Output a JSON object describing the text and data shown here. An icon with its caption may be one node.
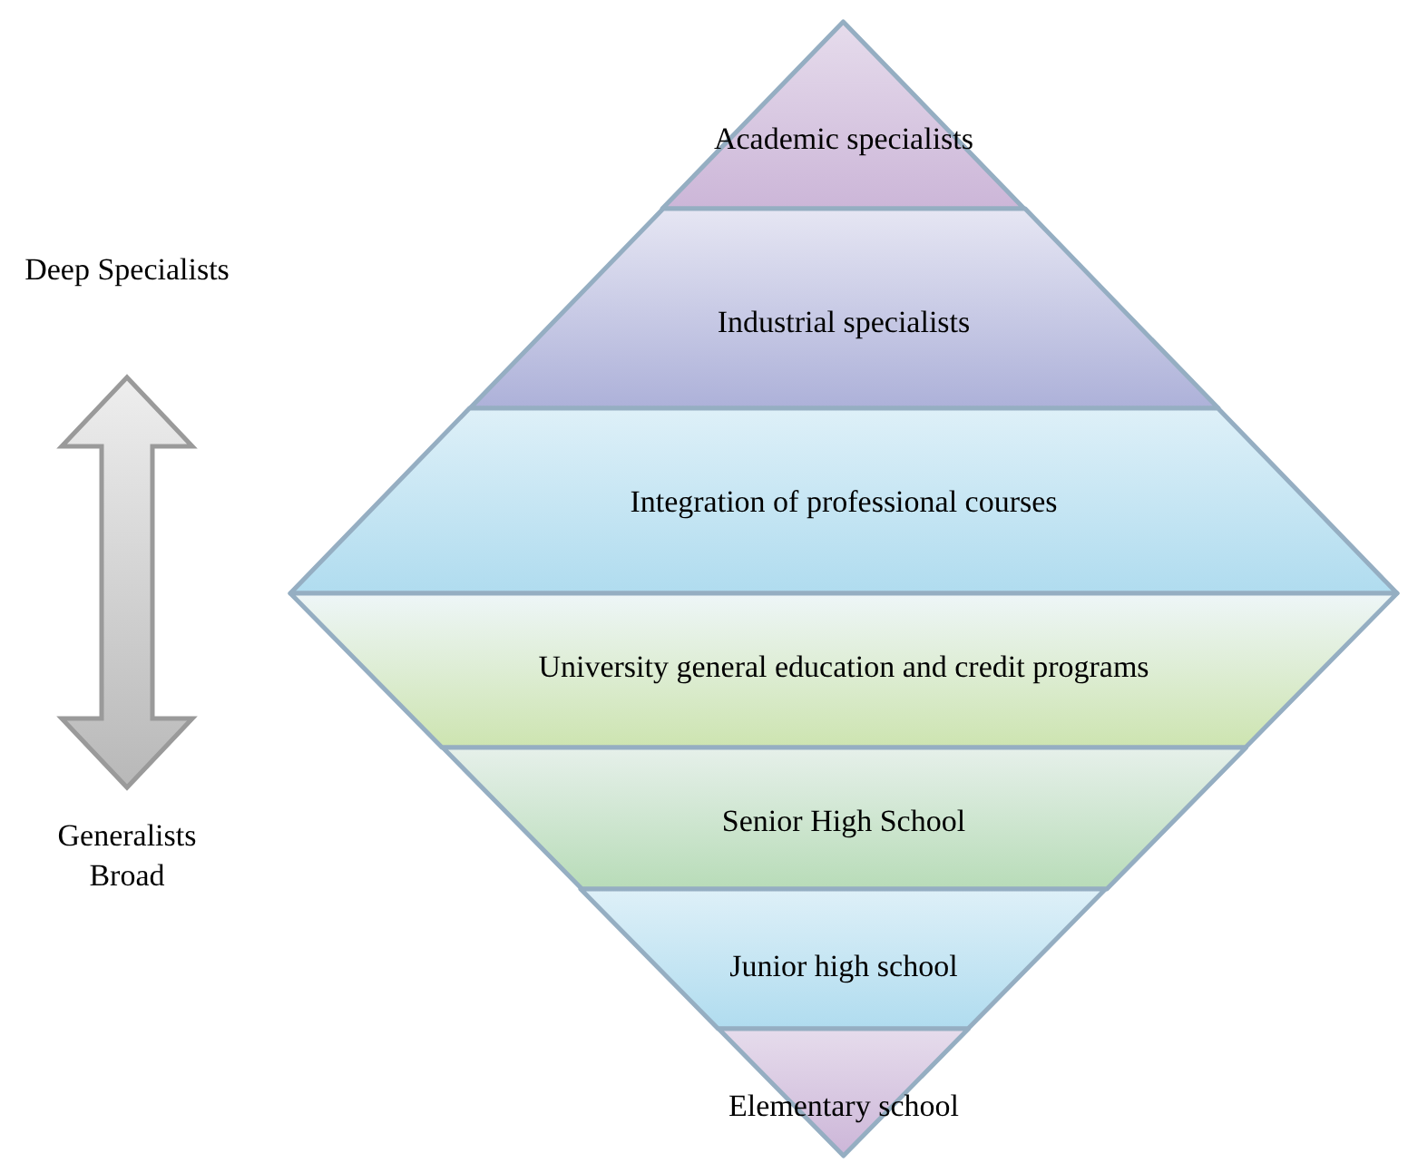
{
  "diagram": {
    "nodes": [
      {
        "text": [
          "Academic specialists"
        ]
      },
      {
        "text": [
          "Industrial specialists"
        ]
      },
      {
        "text": [
          "Integration of professional courses"
        ]
      },
      {
        "text": [
          "University general education and credit programs"
        ]
      },
      {
        "text": [
          "Senior High School"
        ]
      },
      {
        "text": [
          "Junior high school"
        ]
      },
      {
        "text": [
          "Elementary school"
        ]
      }
    ],
    "edges": [],
    "labels": [
      "Deep Specialists",
      "Generalists Broad"
    ]
  }
}
